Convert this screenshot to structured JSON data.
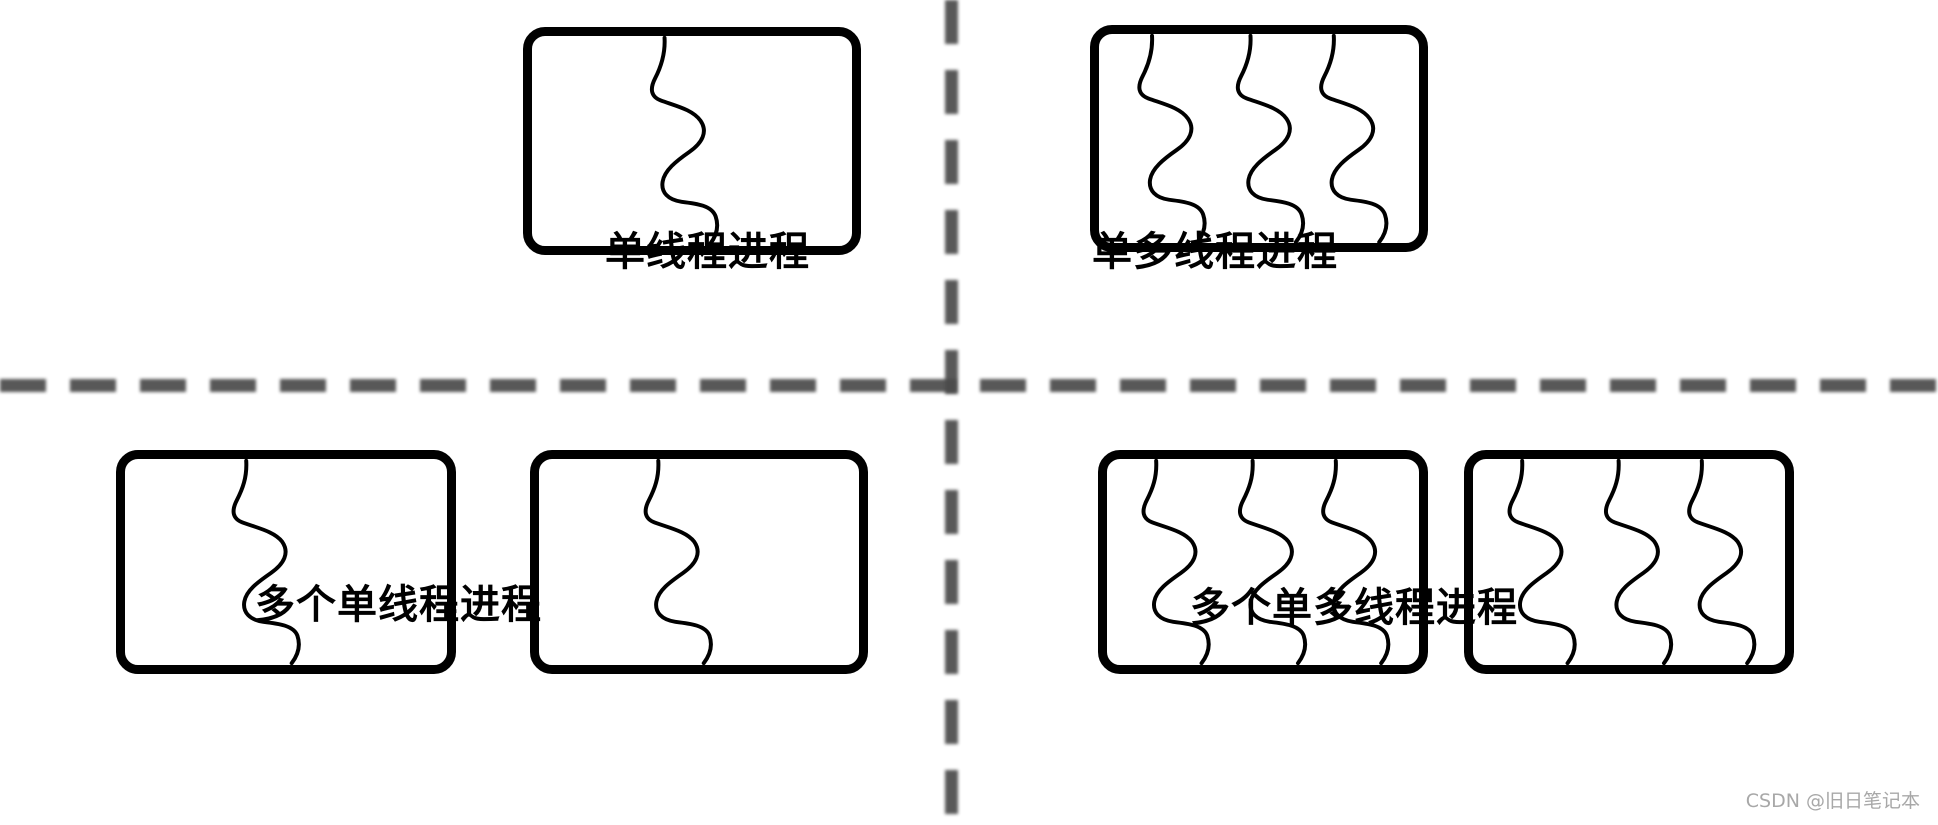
{
  "diagram": {
    "title_text_present": false,
    "background_color": "#ffffff",
    "stroke_color": "#000000",
    "divider_color": "#4a4a4a",
    "quadrants": [
      {
        "id": "single-thread-process",
        "caption": "单线程进程",
        "process_count": 1,
        "threads_per_process": 1
      },
      {
        "id": "single-multithread-process",
        "caption": "单多线程进程",
        "process_count": 1,
        "threads_per_process": 3
      },
      {
        "id": "multiple-single-thread-processes",
        "caption": "多个单线程进程",
        "process_count": 2,
        "threads_per_process": 1
      },
      {
        "id": "multiple-single-multithread-processes",
        "caption": "多个单多线程进程",
        "process_count": 2,
        "threads_per_process": 3
      }
    ],
    "dividers": {
      "horizontal_label": "horizontal-dashed-divider",
      "vertical_label": "vertical-dashed-divider"
    }
  },
  "watermark": {
    "text": "CSDN @旧日笔记本"
  }
}
